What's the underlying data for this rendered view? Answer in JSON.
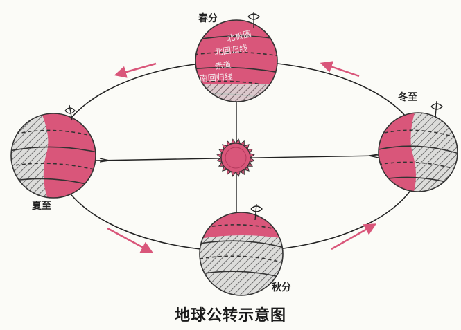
{
  "title": "地球公转示意图",
  "seasons": {
    "spring": "春分",
    "summer": "夏至",
    "autumn": "秋分",
    "winter": "冬至"
  },
  "latitude_labels": {
    "arctic_circle": "北极圈",
    "tropic_cancer": "北回归线",
    "equator": "赤道",
    "tropic_capricorn": "南回归线"
  },
  "colors": {
    "day_side": "#d9567a",
    "night_side": "#d7d7d5",
    "orbit_arrow": "#d9567a",
    "sun": "#d9567a",
    "background": "#fbfbf7"
  }
}
